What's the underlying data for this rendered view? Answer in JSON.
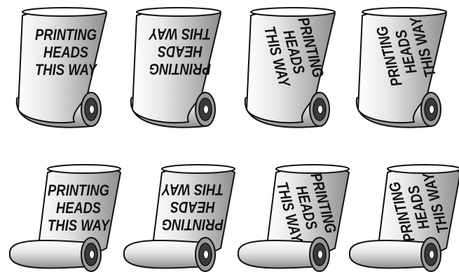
{
  "label_lines": [
    "PRINTING",
    "HEADS",
    "THIS WAY"
  ],
  "colors": {
    "outline": "#111111",
    "paper_light": "#ffffff",
    "paper_dark": "#8e8e8e",
    "core": "#3a3a3a",
    "hole": "#ffffff",
    "background": "#ffffff"
  },
  "rows": [
    {
      "name": "paper-over-top",
      "rolls": [
        {
          "text_orientation": "upright",
          "text_angle_deg": 0
        },
        {
          "text_orientation": "upside-down",
          "text_angle_deg": 180
        },
        {
          "text_orientation": "rotated-right",
          "text_angle_deg": 75
        },
        {
          "text_orientation": "rotated-left",
          "text_angle_deg": -105
        }
      ]
    },
    {
      "name": "paper-from-bottom",
      "rolls": [
        {
          "text_orientation": "upright",
          "text_angle_deg": 0
        },
        {
          "text_orientation": "upside-down",
          "text_angle_deg": 180
        },
        {
          "text_orientation": "rotated-right",
          "text_angle_deg": 75
        },
        {
          "text_orientation": "rotated-left",
          "text_angle_deg": -105
        }
      ]
    }
  ]
}
